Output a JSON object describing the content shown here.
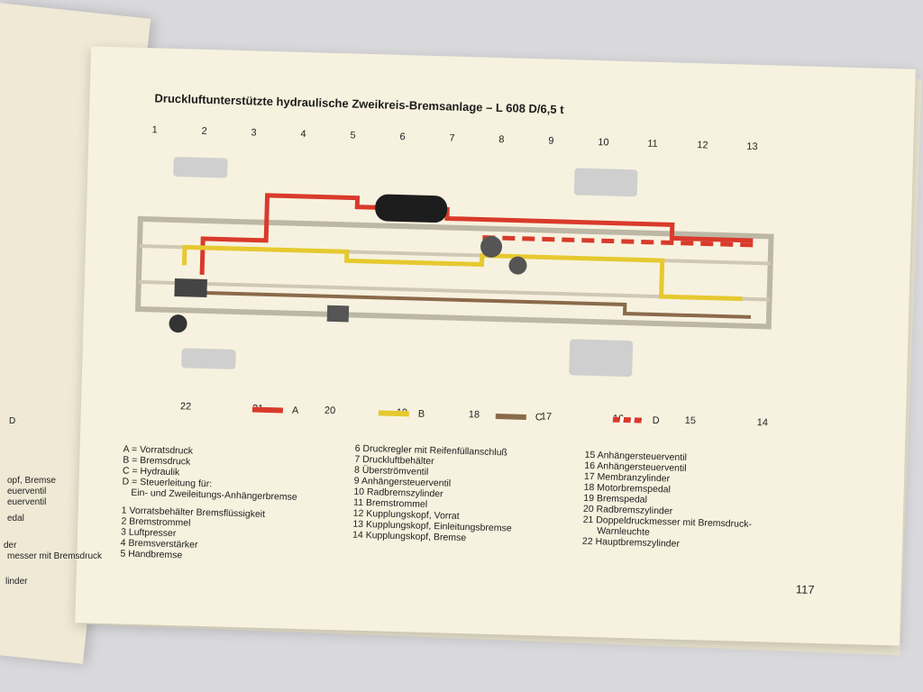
{
  "title": "Druckluftunterstützte hydraulische Zweikreis-Bremsanlage – L 608 D/6,5 t",
  "page_number": "117",
  "callout_numbers": [
    "1",
    "2",
    "3",
    "4",
    "5",
    "6",
    "7",
    "8",
    "9",
    "10",
    "11",
    "12",
    "13",
    "14",
    "15",
    "16",
    "17",
    "18",
    "19",
    "20",
    "21",
    "22"
  ],
  "line_legend": [
    {
      "key": "A",
      "color": "#d93a2b"
    },
    {
      "key": "B",
      "color": "#e6c930"
    },
    {
      "key": "C",
      "color": "#8a6a4a"
    },
    {
      "key": "D",
      "color": "#d93a2b",
      "style": "dashed"
    }
  ],
  "legend_letters": [
    "A = Vorratsdruck",
    "B = Bremsdruck",
    "C = Hydraulik",
    "D = Steuerleitung für:",
    "Ein- und Zweileitungs-Anhängerbremse"
  ],
  "legend_col1": [
    "1 Vorratsbehälter Bremsflüssigkeit",
    "2 Bremstrommel",
    "3 Luftpresser",
    "4 Bremsverstärker",
    "5 Handbremse"
  ],
  "legend_col2": [
    "6 Druckregler mit Reifenfüllanschluß",
    "7 Druckluftbehälter",
    "8 Überströmventil",
    "9 Anhängersteuerventil",
    "10 Radbremszylinder",
    "11 Bremstrommel",
    "12 Kupplungskopf, Vorrat",
    "13 Kupplungskopf, Einleitungsbremse",
    "14 Kupplungskopf, Bremse"
  ],
  "legend_col3": [
    "15 Anhängersteuerventil",
    "16 Anhängersteuerventil",
    "17 Membranzylinder",
    "18 Motorbremspedal",
    "19 Bremspedal",
    "20 Radbremszylinder",
    "21 Doppeldruckmesser mit Bremsdruck-",
    "Warnleuchte",
    "22 Hauptbremszylinder"
  ],
  "left_page_fragments": [
    "D",
    "opf, Bremse",
    "euerventil",
    "euerventil",
    "edal",
    "der",
    "messer mit Bremsdruck",
    "linder"
  ],
  "colors": {
    "page": "#f7f2df",
    "red": "#d93a2b",
    "yellow": "#e6c930",
    "brown": "#8a6a4a",
    "chassis": "#bdb7a5"
  }
}
